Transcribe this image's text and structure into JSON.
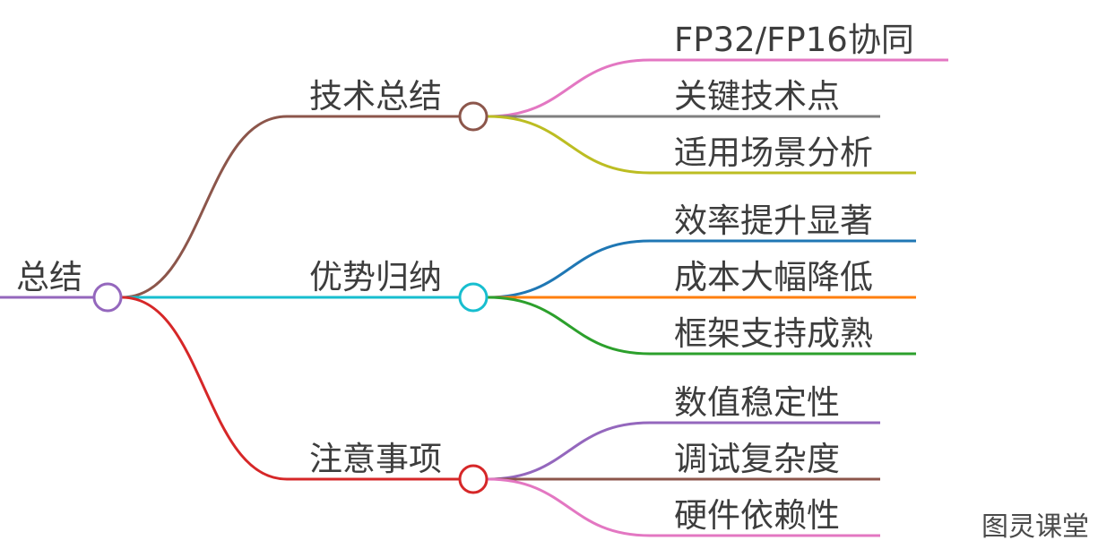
{
  "root": {
    "label": "总结",
    "color": "#9467bd"
  },
  "branches": [
    {
      "label": "技术总结",
      "color": "#8c564b",
      "children": [
        {
          "label": "FP32/FP16协同",
          "color": "#e377c2"
        },
        {
          "label": "关键技术点",
          "color": "#7f7f7f"
        },
        {
          "label": "适用场景分析",
          "color": "#bcbd22"
        }
      ]
    },
    {
      "label": "优势归纳",
      "color": "#17becf",
      "children": [
        {
          "label": "效率提升显著",
          "color": "#1f77b4"
        },
        {
          "label": "成本大幅降低",
          "color": "#ff7f0e"
        },
        {
          "label": "框架支持成熟",
          "color": "#2ca02c"
        }
      ]
    },
    {
      "label": "注意事项",
      "color": "#d62728",
      "children": [
        {
          "label": "数值稳定性",
          "color": "#9467bd"
        },
        {
          "label": "调试复杂度",
          "color": "#8c564b"
        },
        {
          "label": "硬件依赖性",
          "color": "#e377c2"
        }
      ]
    }
  ],
  "watermark": "图灵课堂"
}
